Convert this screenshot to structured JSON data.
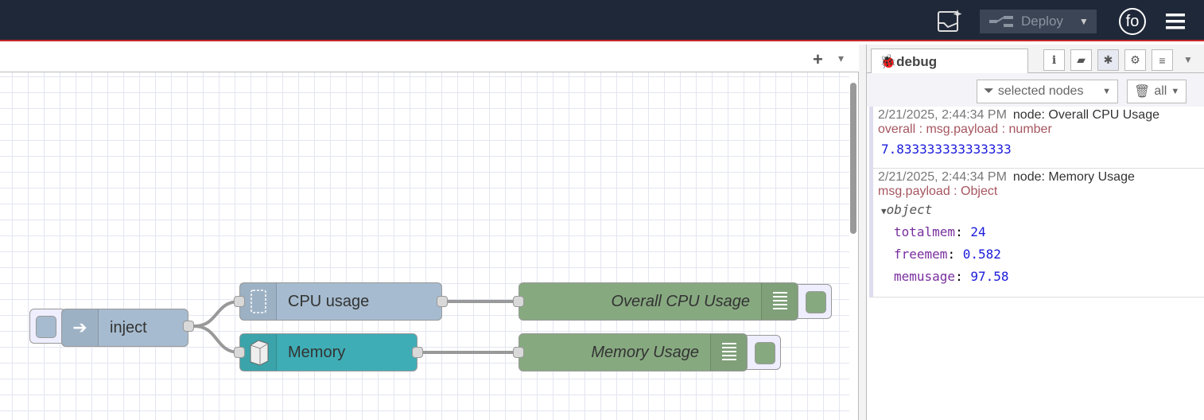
{
  "header": {
    "deploy_label": "Deploy",
    "user_initials": "fo"
  },
  "canvas": {
    "add_tab": "+",
    "tab_menu": "▾",
    "nodes": [
      {
        "label": "inject",
        "type": "inject",
        "color": "#a6bbcf"
      },
      {
        "label": "CPU usage",
        "type": "cpu",
        "color": "#a6bbcf"
      },
      {
        "label": "Memory",
        "type": "memory",
        "color": "#3fadb5"
      },
      {
        "label": "Overall CPU Usage",
        "type": "debug",
        "color": "#87a980"
      },
      {
        "label": "Memory Usage",
        "type": "debug",
        "color": "#87a980"
      }
    ]
  },
  "sidebar": {
    "tab_label": "debug",
    "tab_buttons": [
      "info",
      "help",
      "debug",
      "config",
      "context"
    ],
    "filter_label": "selected nodes",
    "clear_label": "all",
    "messages": [
      {
        "time": "2/21/2025, 2:44:34 PM",
        "node": "node: Overall CPU Usage",
        "path": "overall : msg.payload : number",
        "value": "7.833333333333333"
      },
      {
        "time": "2/21/2025, 2:44:34 PM",
        "node": "node: Memory Usage",
        "path": "msg.payload : Object",
        "object_label": "object",
        "props": [
          {
            "key": "totalmem",
            "value": "24"
          },
          {
            "key": "freemem",
            "value": "0.582"
          },
          {
            "key": "memusage",
            "value": "97.58"
          }
        ]
      }
    ]
  }
}
